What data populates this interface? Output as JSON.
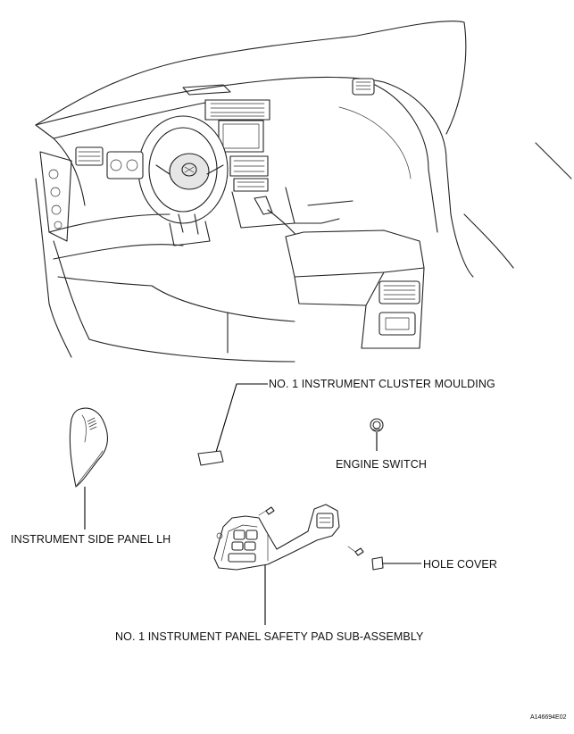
{
  "labels": {
    "cluster_moulding": "NO. 1 INSTRUMENT CLUSTER MOULDING",
    "engine_switch": "ENGINE SWITCH",
    "side_panel": "INSTRUMENT SIDE PANEL LH",
    "hole_cover": "HOLE COVER",
    "safety_pad": "NO. 1 INSTRUMENT PANEL SAFETY PAD SUB-ASSEMBLY",
    "figure_code": "A146694E02"
  }
}
